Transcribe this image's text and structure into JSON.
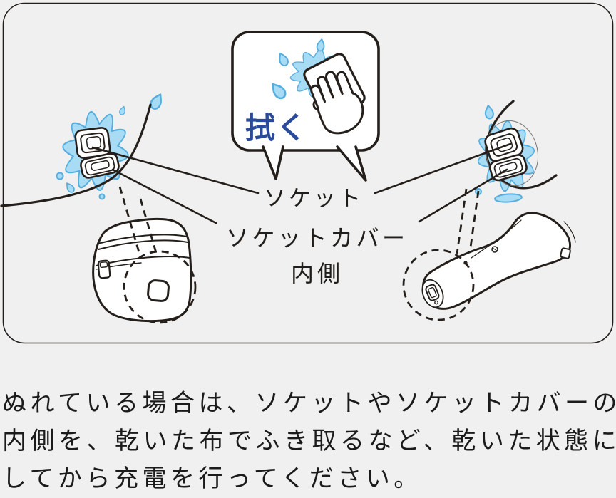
{
  "figure": {
    "bubble": {
      "label": "拭く"
    },
    "labels": {
      "socket": "ソケット",
      "socket_cover_line1": "ソケットカバー",
      "socket_cover_line2": "内側"
    }
  },
  "caption": {
    "line1": "ぬれている場合は、ソケットやソケットカバーの",
    "line2": "内側を、乾いた布でふき取るなど、乾いた状態に",
    "line3": "してから充電を行ってください。"
  },
  "colors": {
    "background": "#f0f0f0",
    "line_art": "#251f1c",
    "splash_fill": "#a8dbf4",
    "splash_stroke": "#55aede",
    "socket_inner_blue": "#8ec7e8",
    "socket_deep_blue": "#7aaecf",
    "cover_inner_blue": "#b0e0f6",
    "wipe_text_blue": "#2a4b9b",
    "caption_text": "#1b1b1b"
  },
  "icons": {
    "wipe_hand_icon": "hand wiping with cloth over water splash",
    "water_splash_icon": "splash of water with droplets",
    "speech_bubble_icon": "double-tailed callout bubble",
    "magnifier_circle_icon": "dashed circle indicating magnified area"
  }
}
